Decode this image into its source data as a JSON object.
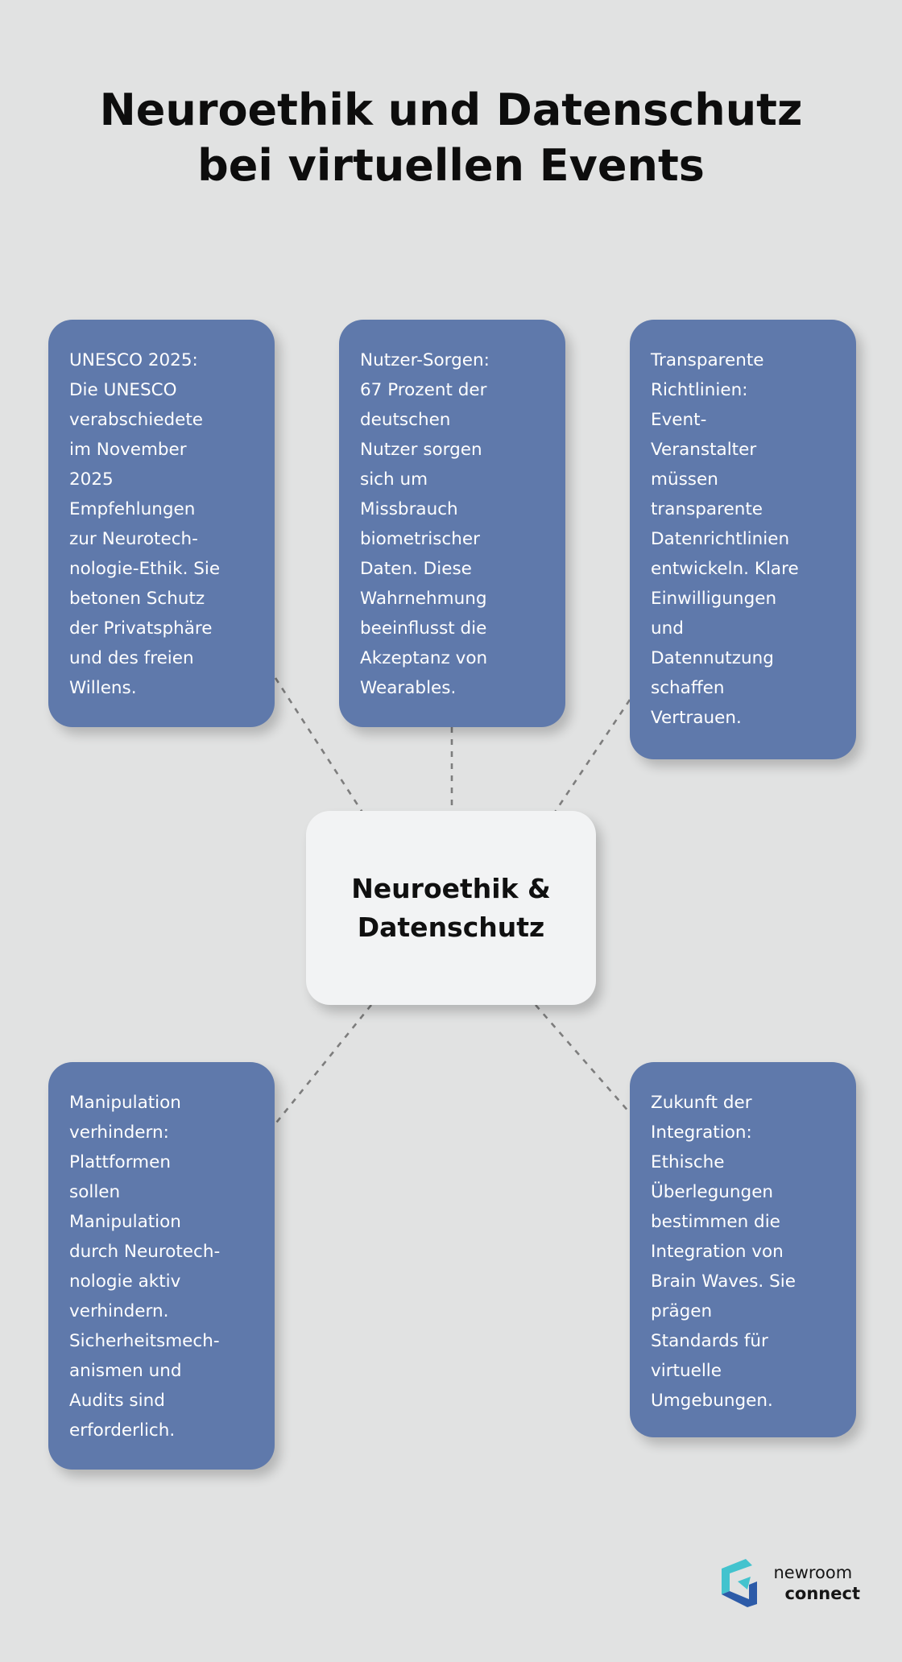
{
  "title": {
    "line1": "Neuroethik und Datenschutz",
    "line2": "bei virtuellen Events"
  },
  "center": {
    "label": "Neuroethik &\nDatenschutz"
  },
  "nodes": [
    {
      "id": "unesco-2025",
      "text": "UNESCO 2025:\nDie UNESCO\nverabschiedete\nim November\n2025\nEmpfehlungen\nzur Neurotech-\nnologie-Ethik. Sie\nbetonen Schutz\nder Privatsphäre\nund des freien\nWillens."
    },
    {
      "id": "nutzer-sorgen",
      "text": "Nutzer-Sorgen:\n67 Prozent der\ndeutschen\nNutzer sorgen\nsich um\nMissbrauch\nbiometrischer\nDaten. Diese\nWahrnehmung\nbeeinflusst die\nAkzeptanz von\nWearables."
    },
    {
      "id": "transparente-richtlinien",
      "text": "Transparente\nRichtlinien:\nEvent-\nVeranstalter\nmüssen\ntransparente\nDatenrichtlinien\nentwickeln. Klare\nEinwilligungen\nund\nDatennutzung\nschaffen\nVertrauen."
    },
    {
      "id": "manipulation-verhindern",
      "text": "Manipulation\nverhindern:\nPlattformen\nsollen\nManipulation\ndurch Neurotech-\nnologie aktiv\nverhindern.\nSicherheitsmech-\nanismen und\nAudits sind\nerforderlich."
    },
    {
      "id": "zukunft-der-integration",
      "text": "Zukunft der\nIntegration:\nEthische\nÜberlegungen\nbestimmen die\nIntegration von\nBrain Waves. Sie\nprägen\nStandards für\nvirtuelle\nUmgebungen."
    }
  ],
  "logo": {
    "line1": "newroom",
    "line2": "connect"
  },
  "colors": {
    "background": "#e1e2e2",
    "node": "#5f79ab",
    "node_text": "#ffffff",
    "center_bg": "#f2f3f4",
    "connector": "#7d7d7d",
    "logo_teal": "#43c3ce",
    "logo_blue": "#2d5ba8"
  }
}
